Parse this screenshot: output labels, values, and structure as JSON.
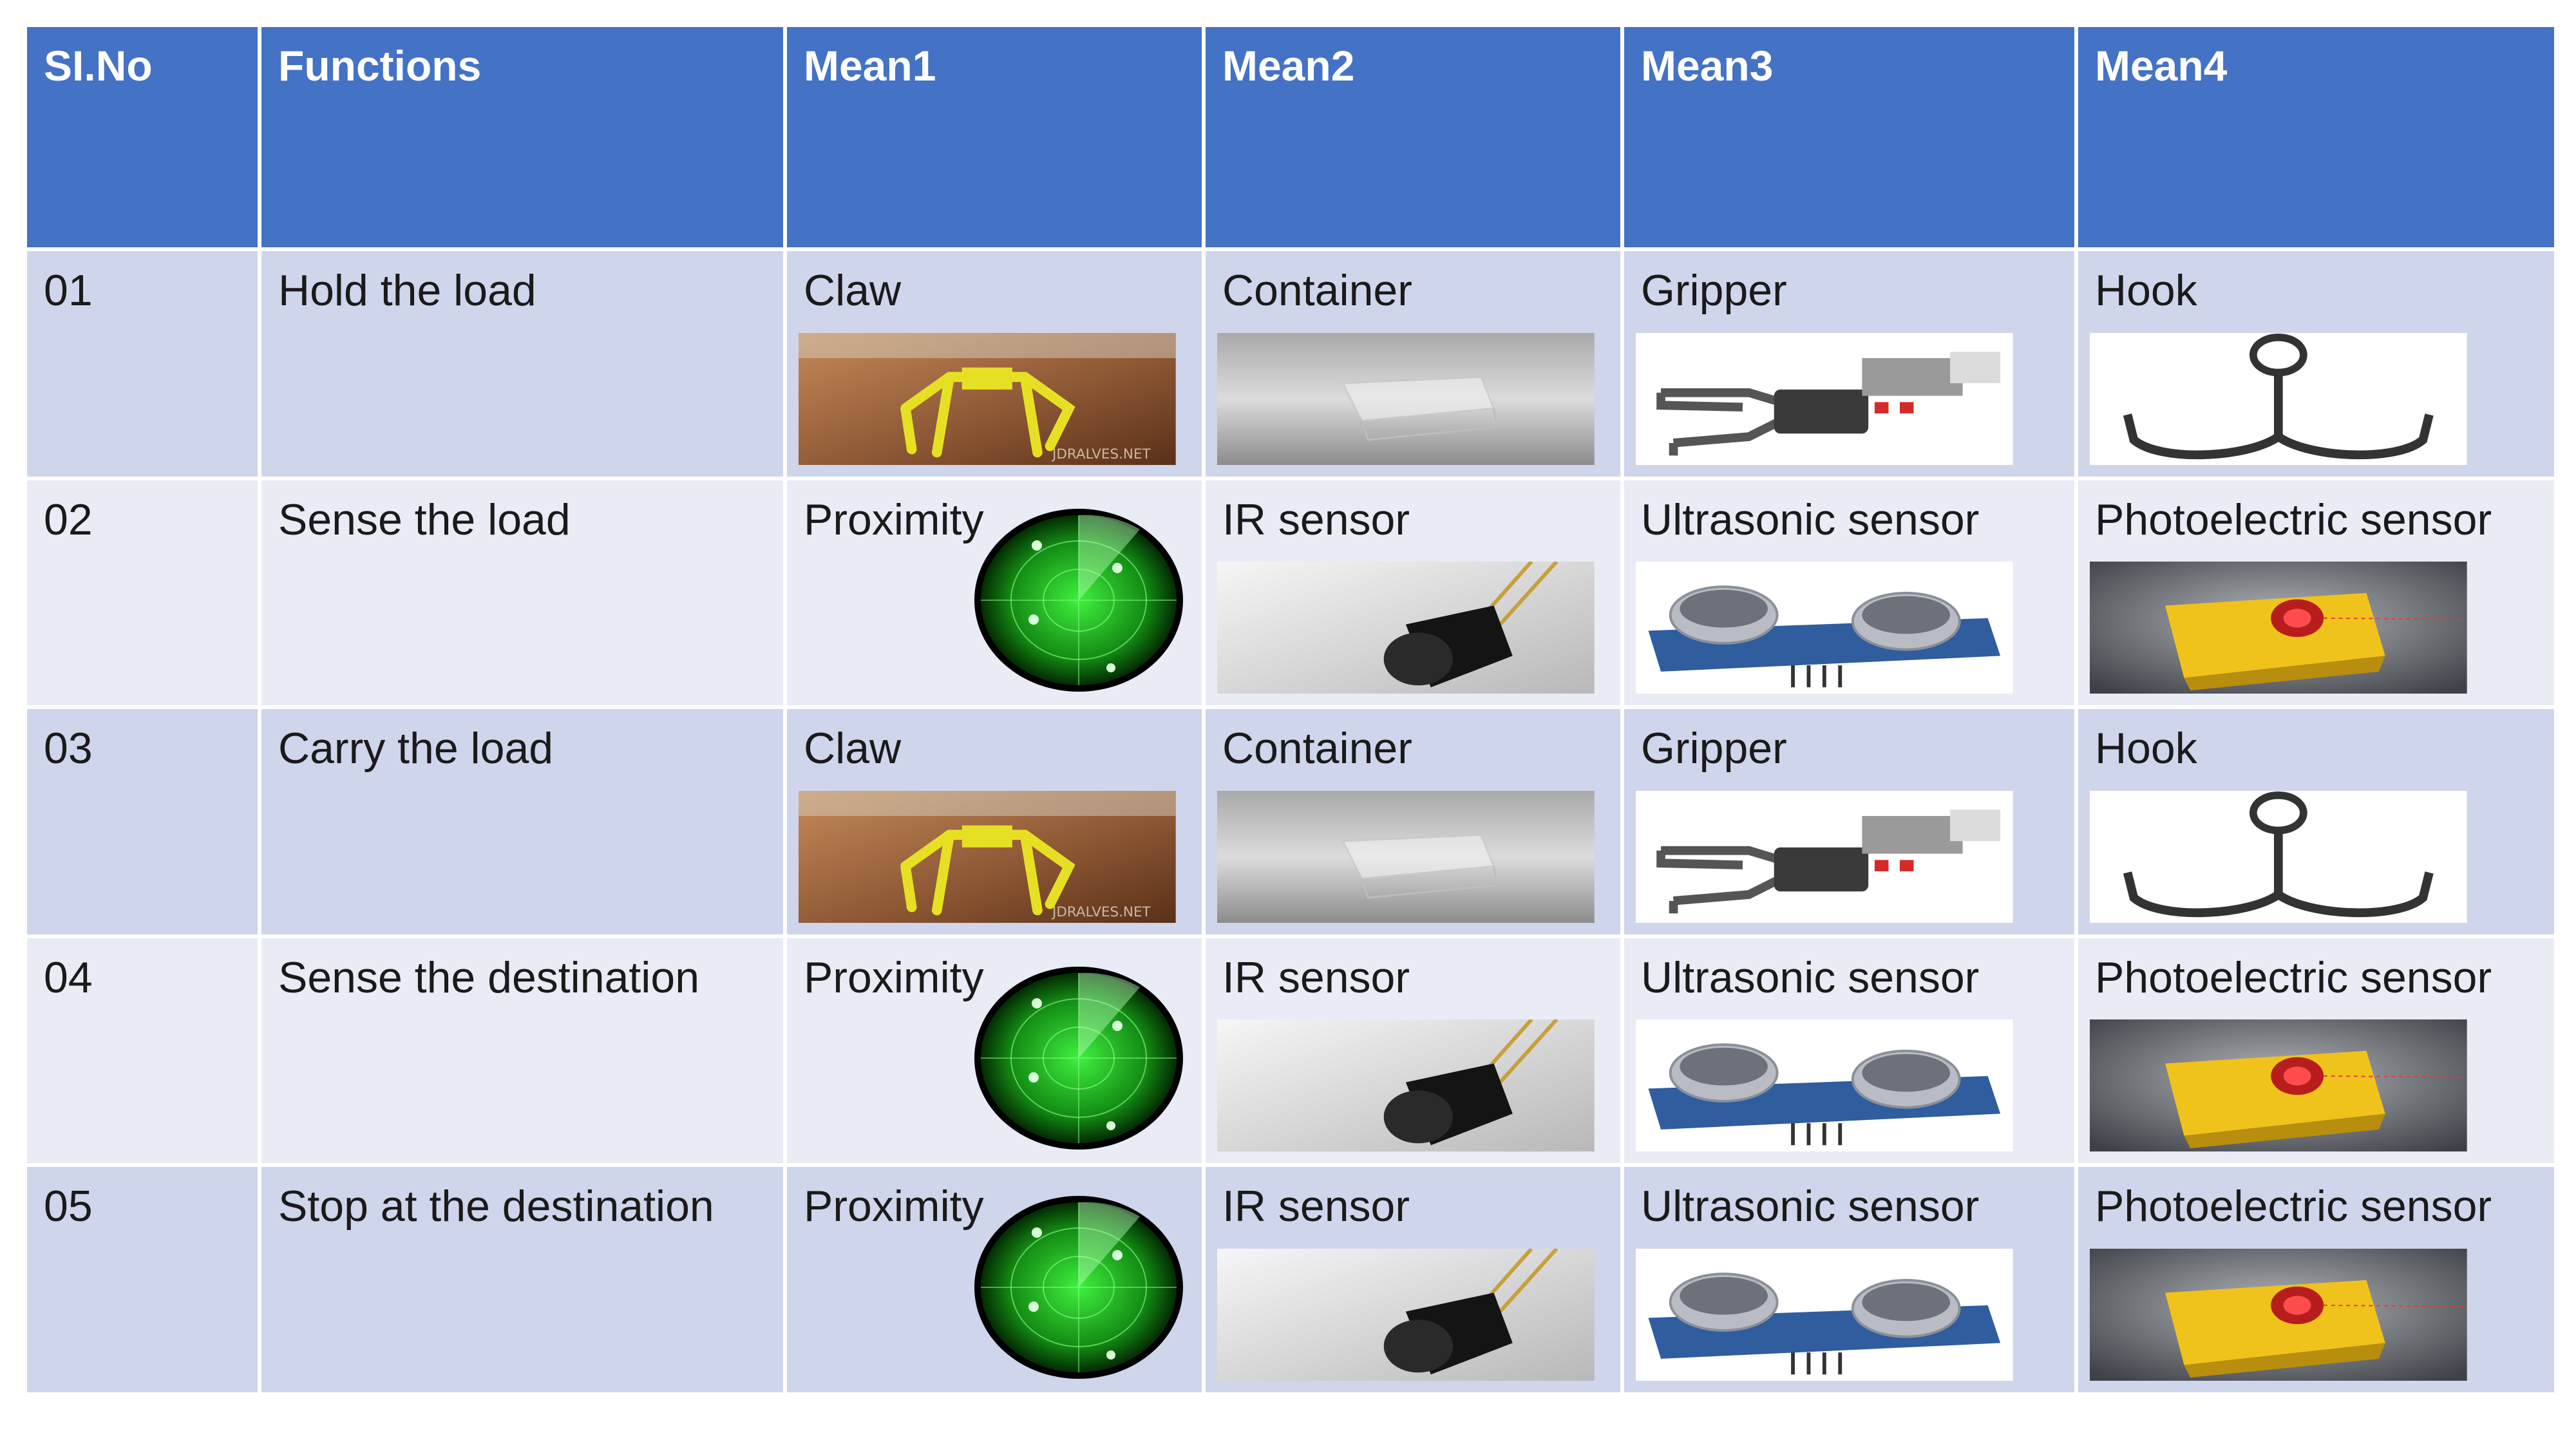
{
  "table": {
    "headers": [
      "SI.No",
      "Functions",
      "Mean1",
      "Mean2",
      "Mean3",
      "Mean4"
    ],
    "rows": [
      {
        "no": "01",
        "function": "Hold the load",
        "means": [
          "Claw",
          "Container",
          "Gripper",
          "Hook"
        ],
        "icons": [
          "claw",
          "container",
          "gripper",
          "hook"
        ]
      },
      {
        "no": "02",
        "function": "Sense the load",
        "means": [
          "Proximity",
          "IR sensor",
          "Ultrasonic sensor",
          "Photoelectric sensor"
        ],
        "icons": [
          "radar",
          "ir",
          "ultrasonic",
          "photo"
        ]
      },
      {
        "no": "03",
        "function": "Carry the load",
        "means": [
          "Claw",
          "Container",
          "Gripper",
          "Hook"
        ],
        "icons": [
          "claw",
          "container",
          "gripper",
          "hook"
        ]
      },
      {
        "no": "04",
        "function": "Sense the destination",
        "means": [
          "Proximity",
          "IR sensor",
          "Ultrasonic sensor",
          "Photoelectric sensor"
        ],
        "icons": [
          "radar",
          "ir",
          "ultrasonic",
          "photo"
        ]
      },
      {
        "no": "05",
        "function": "Stop at the destination",
        "means": [
          "Proximity",
          "IR sensor",
          "Ultrasonic sensor",
          "Photoelectric sensor"
        ],
        "icons": [
          "radar",
          "ir",
          "ultrasonic",
          "photo"
        ]
      }
    ]
  },
  "colors": {
    "header": "#4472c4",
    "row_odd": "#cfd5ea",
    "row_even": "#e9ebf5"
  }
}
